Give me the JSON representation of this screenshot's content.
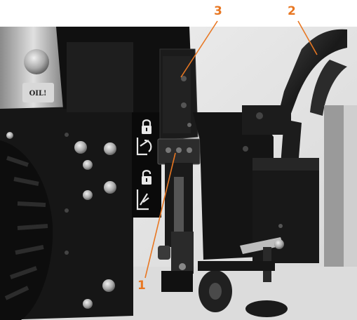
{
  "colors": {
    "callout": "#e87722",
    "machine_black": "#151515",
    "panel_dark": "#0c0c0c",
    "background_light": "#e6e6e6",
    "chrome": "#c4c4c4"
  },
  "callouts": [
    {
      "number": "1",
      "target": "lever"
    },
    {
      "number": "2",
      "target": "handle-tube"
    },
    {
      "number": "3",
      "target": "latch-bracket"
    }
  ],
  "engine_label": {
    "text": "OIL!"
  },
  "icons": [
    "padlock-closed-icon",
    "padlock-open-icon",
    "lever-lock-icon",
    "lever-unlock-icon"
  ]
}
